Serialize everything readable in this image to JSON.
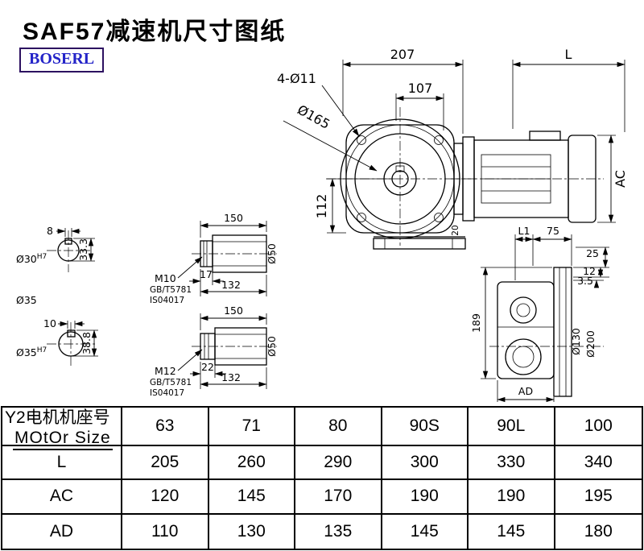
{
  "header": {
    "title": "SAF57减速机尺寸图纸",
    "brand": "BOSERL"
  },
  "drawing": {
    "main_view": {
      "dim_width_front": "207",
      "dim_motor_length": "L",
      "dim_bolt_holes": "4-Ø11",
      "dim_center_to_face": "107",
      "dim_flange_dia": "Ø165",
      "dim_center_height": "112",
      "dim_motor_dia": "AC",
      "dim_foot": "20"
    },
    "shaft_hole_1": {
      "dim_keyway_width": "8",
      "bore": "Ø30",
      "bore_tol": "H7",
      "dim_keyway_depth": "33.3",
      "label_shaft_dia": "Ø35"
    },
    "shaft_hole_2": {
      "dim_keyway_width": "10",
      "bore": "Ø35",
      "bore_tol": "H7",
      "dim_keyway_depth": "38.8"
    },
    "shaft_profile_1": {
      "dim_length": "150",
      "thread": "M10",
      "std_1": "GB/T5781",
      "std_2": "IS04017",
      "dim_thread_len": "17",
      "dim_body_len": "132",
      "dim_dia": "Ø50"
    },
    "shaft_profile_2": {
      "dim_length": "150",
      "thread": "M12",
      "std_1": "GB/T5781",
      "std_2": "IS04017",
      "dim_thread_len": "22",
      "dim_body_len": "132",
      "dim_dia": "Ø50"
    },
    "side_view": {
      "dim_l1": "L1",
      "dim_75": "75",
      "dim_25": "25",
      "dim_12": "12",
      "dim_3_5": "3.5",
      "dim_height": "189",
      "dim_flange_inner": "Ø130",
      "dim_flange_outer": "Ø200",
      "dim_ad": "AD"
    }
  },
  "table": {
    "row_header": {
      "label_line1": "Y2电机机座号",
      "label_line2": "MOtOr Size",
      "sizes": [
        "63",
        "71",
        "80",
        "90S",
        "90L",
        "100"
      ]
    },
    "rows": [
      {
        "label": "L",
        "values": [
          "205",
          "260",
          "290",
          "300",
          "330",
          "340"
        ]
      },
      {
        "label": "AC",
        "values": [
          "120",
          "145",
          "170",
          "190",
          "190",
          "195"
        ]
      },
      {
        "label": "AD",
        "values": [
          "110",
          "130",
          "135",
          "145",
          "145",
          "180"
        ]
      }
    ]
  }
}
